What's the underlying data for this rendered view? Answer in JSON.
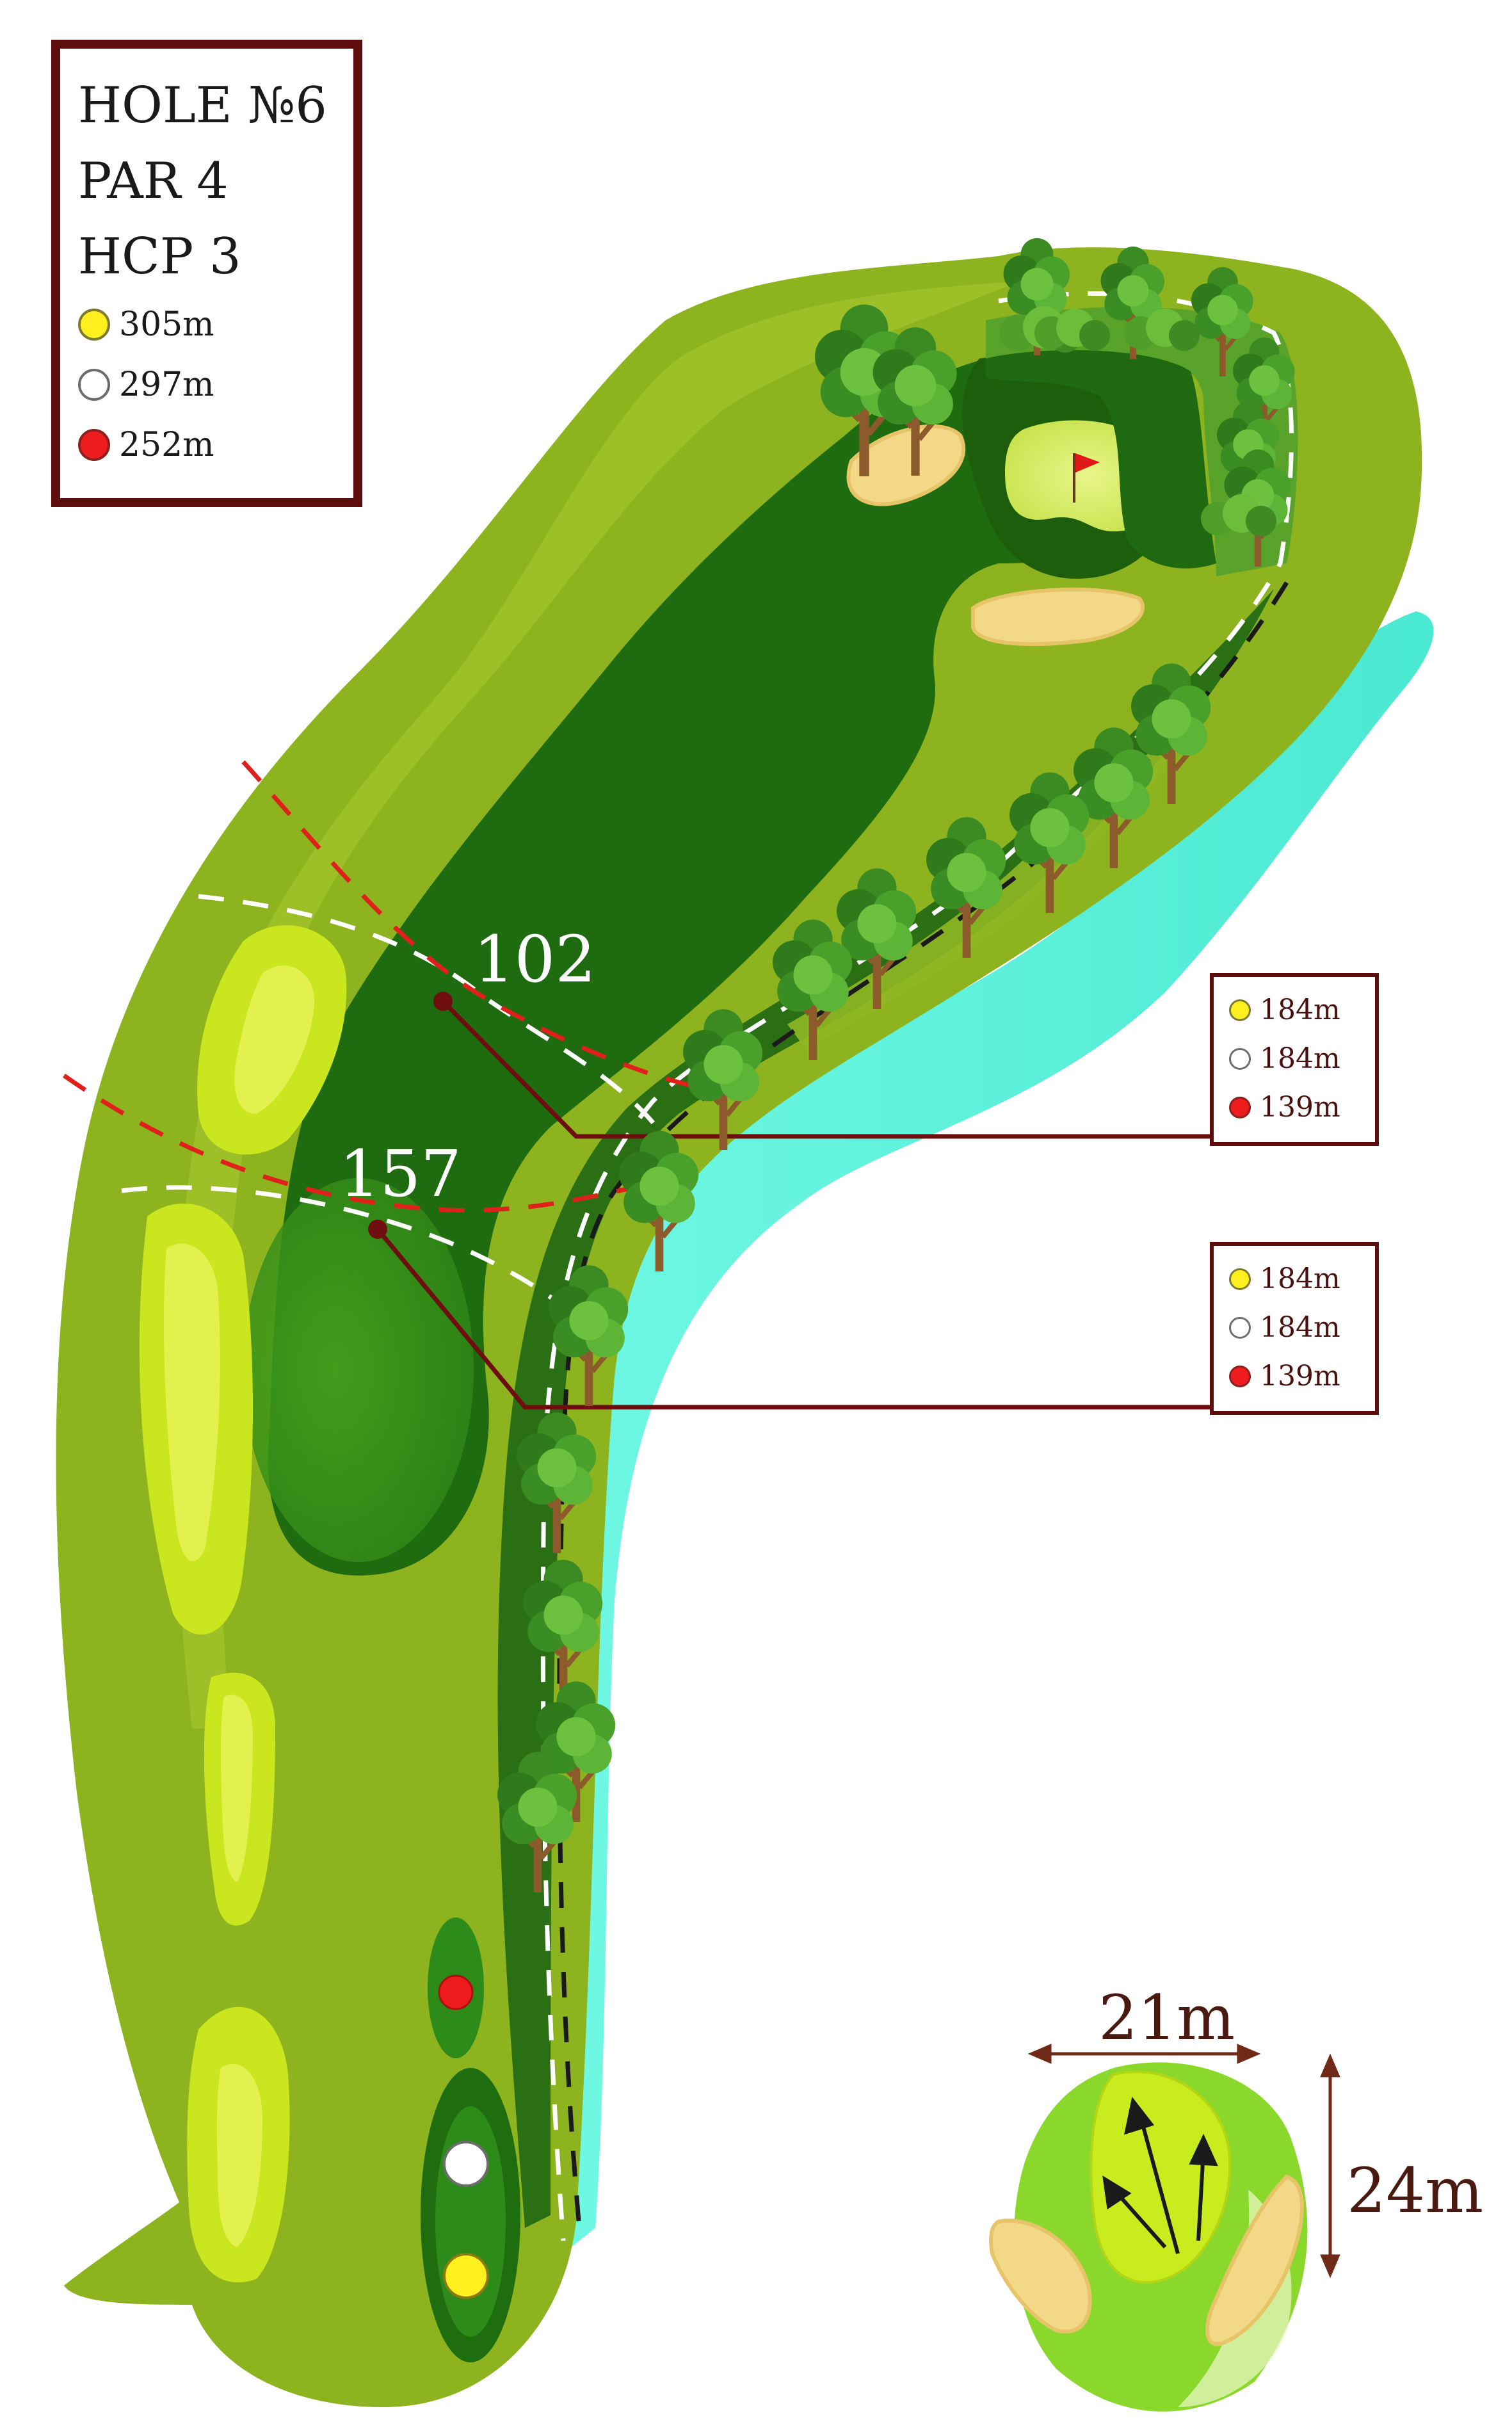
{
  "hole": {
    "title": "HOLE №6",
    "par": "PAR 4",
    "hcp": "HCP 3"
  },
  "tees": [
    {
      "color": "#ffef1e",
      "label": "305m"
    },
    {
      "color": "#ffffff",
      "label": "297m"
    },
    {
      "color": "#ee1c1c",
      "label": "252m"
    }
  ],
  "markers": [
    {
      "label": "102"
    },
    {
      "label": "157"
    }
  ],
  "distance_boxes": [
    [
      {
        "color": "#ffef1e",
        "label": "184m"
      },
      {
        "color": "#ffffff",
        "label": "184m"
      },
      {
        "color": "#ee1c1c",
        "label": "139m"
      }
    ],
    [
      {
        "color": "#ffef1e",
        "label": "184m"
      },
      {
        "color": "#ffffff",
        "label": "184m"
      },
      {
        "color": "#ee1c1c",
        "label": "139m"
      }
    ]
  ],
  "green_detail": {
    "width": "21m",
    "depth": "24m"
  },
  "colors": {
    "rough": "#8fb01e",
    "fairway": "#1f6e12",
    "water": "#52f0d8",
    "sand": "#f6d98a",
    "frame": "#5e0d0d"
  }
}
